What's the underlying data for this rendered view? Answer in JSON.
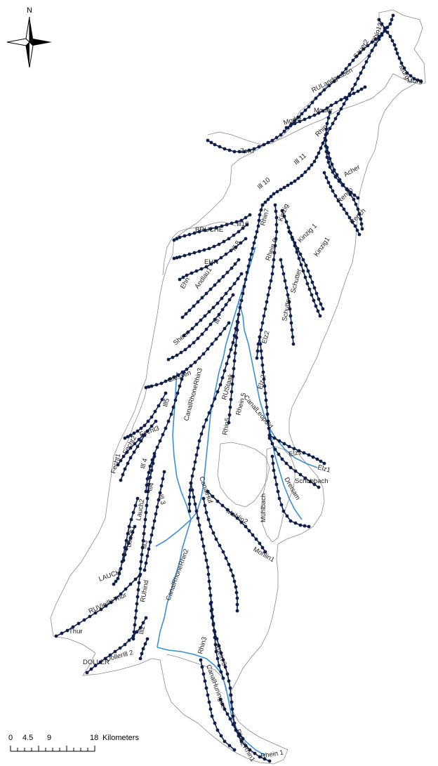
{
  "north_arrow": {
    "letter": "N",
    "icon": "north-arrow-icon"
  },
  "scale_bar": {
    "ticks": [
      "0",
      "4.5",
      "9",
      "18"
    ],
    "unit": "Kilometers"
  },
  "colors": {
    "boundary": "#8a8a8a",
    "river_dark": "#0d1f4a",
    "river_light": "#3a8fd8",
    "station_dot": "#0d1f4a"
  },
  "labels": [
    {
      "id": "rhin12",
      "text": "Rhin12"
    },
    {
      "id": "sauer2",
      "text": "Sauer2"
    },
    {
      "id": "murg",
      "text": "Murg"
    },
    {
      "id": "murg2",
      "text": "Murg"
    },
    {
      "id": "rulandgraben",
      "text": "RULandgraben"
    },
    {
      "id": "moder",
      "text": "Moder"
    },
    {
      "id": "moder2",
      "text": "Moder"
    },
    {
      "id": "zorn",
      "text": "Zorn"
    },
    {
      "id": "rhin",
      "text": "Rhin"
    },
    {
      "id": "ill11",
      "text": "Ill 11"
    },
    {
      "id": "ill10",
      "text": "Ill 10"
    },
    {
      "id": "acher",
      "text": "Acher"
    },
    {
      "id": "rench",
      "text": "Rench"
    },
    {
      "id": "rench2",
      "text": "Rench"
    },
    {
      "id": "rhin7",
      "text": "Rhin7"
    },
    {
      "id": "kinzig",
      "text": "Kinzig"
    },
    {
      "id": "kinzig1",
      "text": "Kinzig 1"
    },
    {
      "id": "kinzig1b",
      "text": "Kinzig1"
    },
    {
      "id": "bruche",
      "text": "BRUCHE"
    },
    {
      "id": "ill10b",
      "text": "Ill10"
    },
    {
      "id": "ill8",
      "text": "Ill 8"
    },
    {
      "id": "rhin6",
      "text": "Rhein 6"
    },
    {
      "id": "ehn",
      "text": "EHN"
    },
    {
      "id": "ehn2",
      "text": "Ehn"
    },
    {
      "id": "andlau",
      "text": "Andlau1"
    },
    {
      "id": "schutter",
      "text": "Schutter"
    },
    {
      "id": "schutter2",
      "text": "Schutter"
    },
    {
      "id": "ill7",
      "text": "Ill7"
    },
    {
      "id": "scheer",
      "text": "Sheer"
    },
    {
      "id": "elz2",
      "text": "Elz2"
    },
    {
      "id": "giessen",
      "text": "Giessen"
    },
    {
      "id": "canalrhone3",
      "text": "CanalRhoneRhin3"
    },
    {
      "id": "rustaak",
      "text": "RUStaak"
    },
    {
      "id": "rhein5",
      "text": "Rhein 5"
    },
    {
      "id": "rhin5",
      "text": "Rhin5"
    },
    {
      "id": "elz2b",
      "text": "Elz 2"
    },
    {
      "id": "canalleopold",
      "text": "CanalLeopold"
    },
    {
      "id": "ill5",
      "text": "Ill5"
    },
    {
      "id": "fecht3",
      "text": "Fecht3"
    },
    {
      "id": "fecht2",
      "text": "Fecht2"
    },
    {
      "id": "fecht1",
      "text": "Fecht1"
    },
    {
      "id": "ill4",
      "text": "Ill 4"
    },
    {
      "id": "ill4b",
      "text": "Ill4"
    },
    {
      "id": "ill3",
      "text": "Ill 3"
    },
    {
      "id": "elz1",
      "text": "Elz1"
    },
    {
      "id": "elz1b",
      "text": "Elz1"
    },
    {
      "id": "schobbach",
      "text": "Schobbach"
    },
    {
      "id": "dreisam",
      "text": "Dreisam"
    },
    {
      "id": "lauch2",
      "text": "Lauch2"
    },
    {
      "id": "canalhuf",
      "text": "CanalHuf"
    },
    {
      "id": "mohlin2",
      "text": "Mohlin2"
    },
    {
      "id": "muhlbach",
      "text": "Muhlbach"
    },
    {
      "id": "lauch1",
      "text": "Lauch1"
    },
    {
      "id": "mohlin1",
      "text": "Mohlin1"
    },
    {
      "id": "ill3b",
      "text": "Ill3"
    },
    {
      "id": "lauch",
      "text": "LAUCH"
    },
    {
      "id": "canalrhone2",
      "text": "CanalRhoneRhin2"
    },
    {
      "id": "ruvieillethur",
      "text": "RUVieilleThur"
    },
    {
      "id": "ruhind",
      "text": "RUhind"
    },
    {
      "id": "thur",
      "text": "Thur"
    },
    {
      "id": "ill2",
      "text": "Ill2"
    },
    {
      "id": "doller",
      "text": "DOLLER"
    },
    {
      "id": "doller2",
      "text": "DollerIll 2"
    },
    {
      "id": "rhin3",
      "text": "Rhin3"
    },
    {
      "id": "rhein3",
      "text": "Rhein 3"
    },
    {
      "id": "canalhuningue",
      "text": "CanalHuningue"
    },
    {
      "id": "rhin2",
      "text": "Rhin2"
    },
    {
      "id": "rhin1",
      "text": "Rhin1"
    },
    {
      "id": "rhein1",
      "text": "Rhein 1"
    }
  ]
}
